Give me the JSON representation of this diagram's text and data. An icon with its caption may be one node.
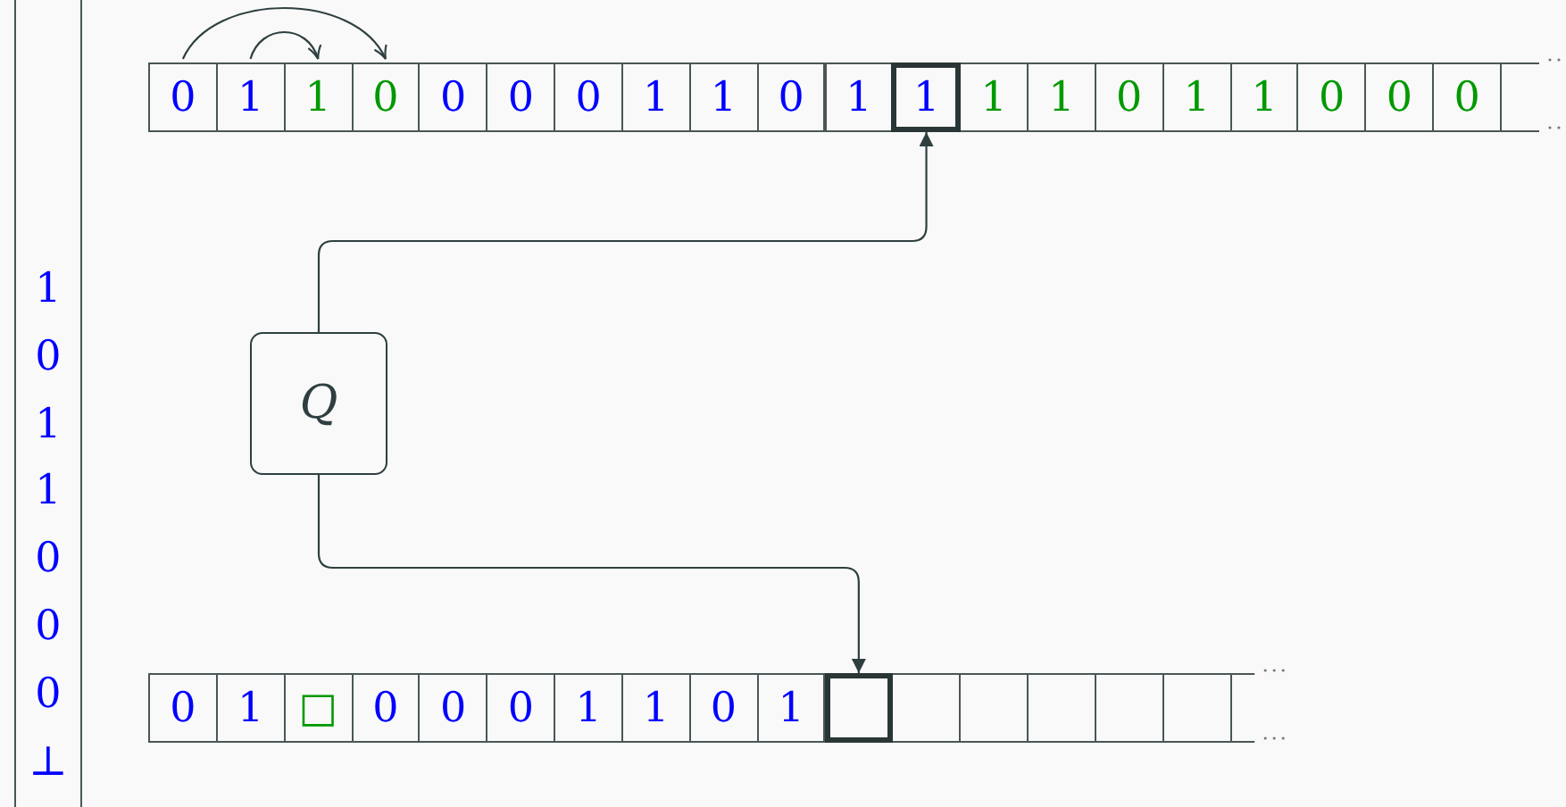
{
  "diagram": {
    "nodes": [
      {
        "text": [
          "0"
        ]
      },
      {
        "text": [
          "1"
        ]
      },
      {
        "text": [
          "1"
        ]
      },
      {
        "text": [
          "0"
        ]
      },
      {
        "text": [
          "0"
        ]
      },
      {
        "text": [
          "0"
        ]
      },
      {
        "text": [
          "0"
        ]
      },
      {
        "text": [
          "1"
        ]
      },
      {
        "text": [
          "1"
        ]
      },
      {
        "text": [
          "0"
        ]
      },
      {
        "text": [
          "1"
        ]
      },
      {
        "text": [
          "1"
        ]
      },
      {
        "text": [
          "1"
        ]
      },
      {
        "text": [
          "1"
        ]
      },
      {
        "text": [
          "0"
        ]
      },
      {
        "text": [
          "1"
        ]
      },
      {
        "text": [
          "1"
        ]
      },
      {
        "text": [
          "0"
        ]
      },
      {
        "text": [
          "0"
        ]
      },
      {
        "text": [
          "0"
        ]
      },
      {
        "text": [
          "0"
        ]
      },
      {
        "text": [
          "1"
        ]
      },
      {
        "text": [
          "□"
        ]
      },
      {
        "text": [
          "0"
        ]
      },
      {
        "text": [
          "0"
        ]
      },
      {
        "text": [
          "0"
        ]
      },
      {
        "text": [
          "1"
        ]
      },
      {
        "text": [
          "1"
        ]
      },
      {
        "text": [
          "0"
        ]
      },
      {
        "text": [
          "1"
        ]
      },
      {
        "text": [],
        "shape": "box"
      },
      {
        "text": [],
        "shape": "box"
      },
      {
        "text": [],
        "shape": "box"
      },
      {
        "text": [],
        "shape": "box"
      },
      {
        "text": [],
        "shape": "box"
      },
      {
        "text": [],
        "shape": "box"
      },
      {
        "text": [
          "Q"
        ]
      },
      {
        "text": [
          "1",
          "0",
          "1",
          "1",
          "0",
          "0",
          "0",
          "⊥"
        ]
      }
    ],
    "edges": [
      {
        "from": 0,
        "to": 3,
        "arrow": "to"
      },
      {
        "from": 1,
        "to": 2,
        "arrow": "to"
      },
      {
        "from": 36,
        "to": 11,
        "arrow": "to"
      },
      {
        "from": 36,
        "to": 30,
        "arrow": "to"
      }
    ]
  }
}
